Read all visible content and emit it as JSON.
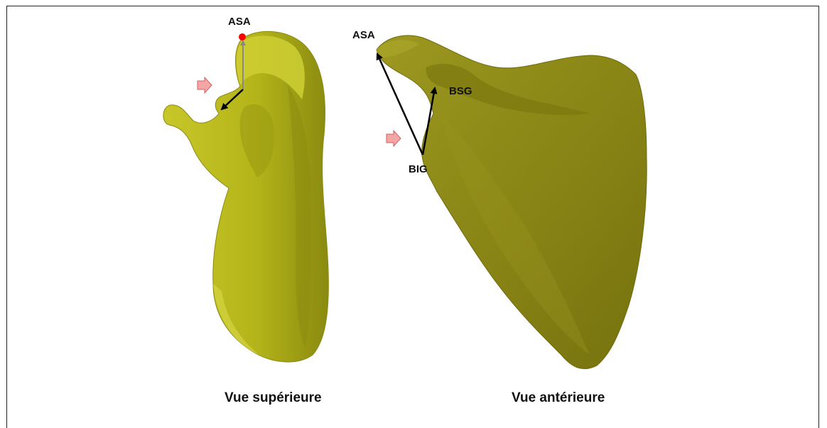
{
  "figure": {
    "left_view": {
      "caption": "Vue supérieure",
      "landmark_asa": "ASA"
    },
    "right_view": {
      "caption": "Vue antérieure",
      "landmark_asa": "ASA",
      "landmark_bsg": "BSG",
      "landmark_big": "BIG"
    },
    "colors": {
      "bone_fill": "#b8b81c",
      "bone_shadow": "#7e7e0e",
      "bone_highlight": "#d6d640",
      "right_bone_fill": "#8e8a18",
      "arrow_color": "#000000",
      "landmark_dot": "#ff0000",
      "pointer_arrow_fill": "#f4a6a6",
      "pointer_arrow_stroke": "#d06060"
    }
  }
}
